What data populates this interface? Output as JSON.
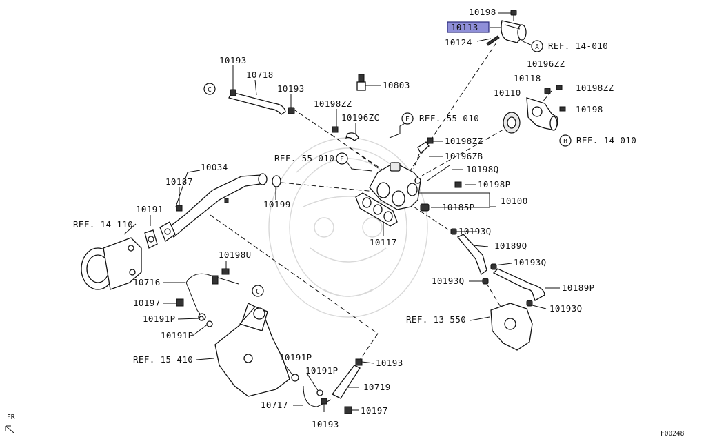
{
  "labels": {
    "l10198_top": "10198",
    "l10113": "10113",
    "l10124": "10124",
    "ref_a": "REF. 14-010",
    "l10196zz": "10196ZZ",
    "l10118": "10118",
    "l10198zz_r": "10198ZZ",
    "l10110": "10110",
    "l10198_r": "10198",
    "ref_b": "REF. 14-010",
    "l10193_a": "10193",
    "l10718": "10718",
    "l10193_b": "10193",
    "l10803": "10803",
    "l10198zz_m": "10198ZZ",
    "l10196zc": "10196ZC",
    "ref_e": "REF. 55-010",
    "l10198zz_m2": "10198ZZ",
    "l10196zb": "10196ZB",
    "ref_f": "REF. 55-010",
    "l10198q": "10198Q",
    "l10034": "10034",
    "l10198p": "10198P",
    "l10187": "10187",
    "l10199": "10199",
    "l10100": "10100",
    "l10185p": "10185P",
    "l10191": "10191",
    "ref_14110": "REF. 14-110",
    "l10117": "10117",
    "l10193q_a": "10193Q",
    "l10189q": "10189Q",
    "l10198u": "10198U",
    "l10193q_b": "10193Q",
    "l10716": "10716",
    "l10193q_c": "10193Q",
    "l10189p": "10189P",
    "l10197_l": "10197",
    "l10193q_d": "10193Q",
    "l10191p_a": "10191P",
    "ref_13550": "REF. 13-550",
    "l10191p_b": "10191P",
    "ref_15410": "REF. 15-410",
    "l10191p_c": "10191P",
    "l10193_c": "10193",
    "l10191p_d": "10191P",
    "l10719": "10719",
    "l10717": "10717",
    "l10197_b": "10197",
    "l10193_d": "10193",
    "fr": "FR",
    "code": "F00248"
  },
  "callouts": {
    "a": "A",
    "b": "B",
    "c1": "C",
    "c2": "C",
    "e": "E",
    "f": "F"
  },
  "colors": {
    "highlight": "#8f8fd8",
    "line": "#111111"
  }
}
